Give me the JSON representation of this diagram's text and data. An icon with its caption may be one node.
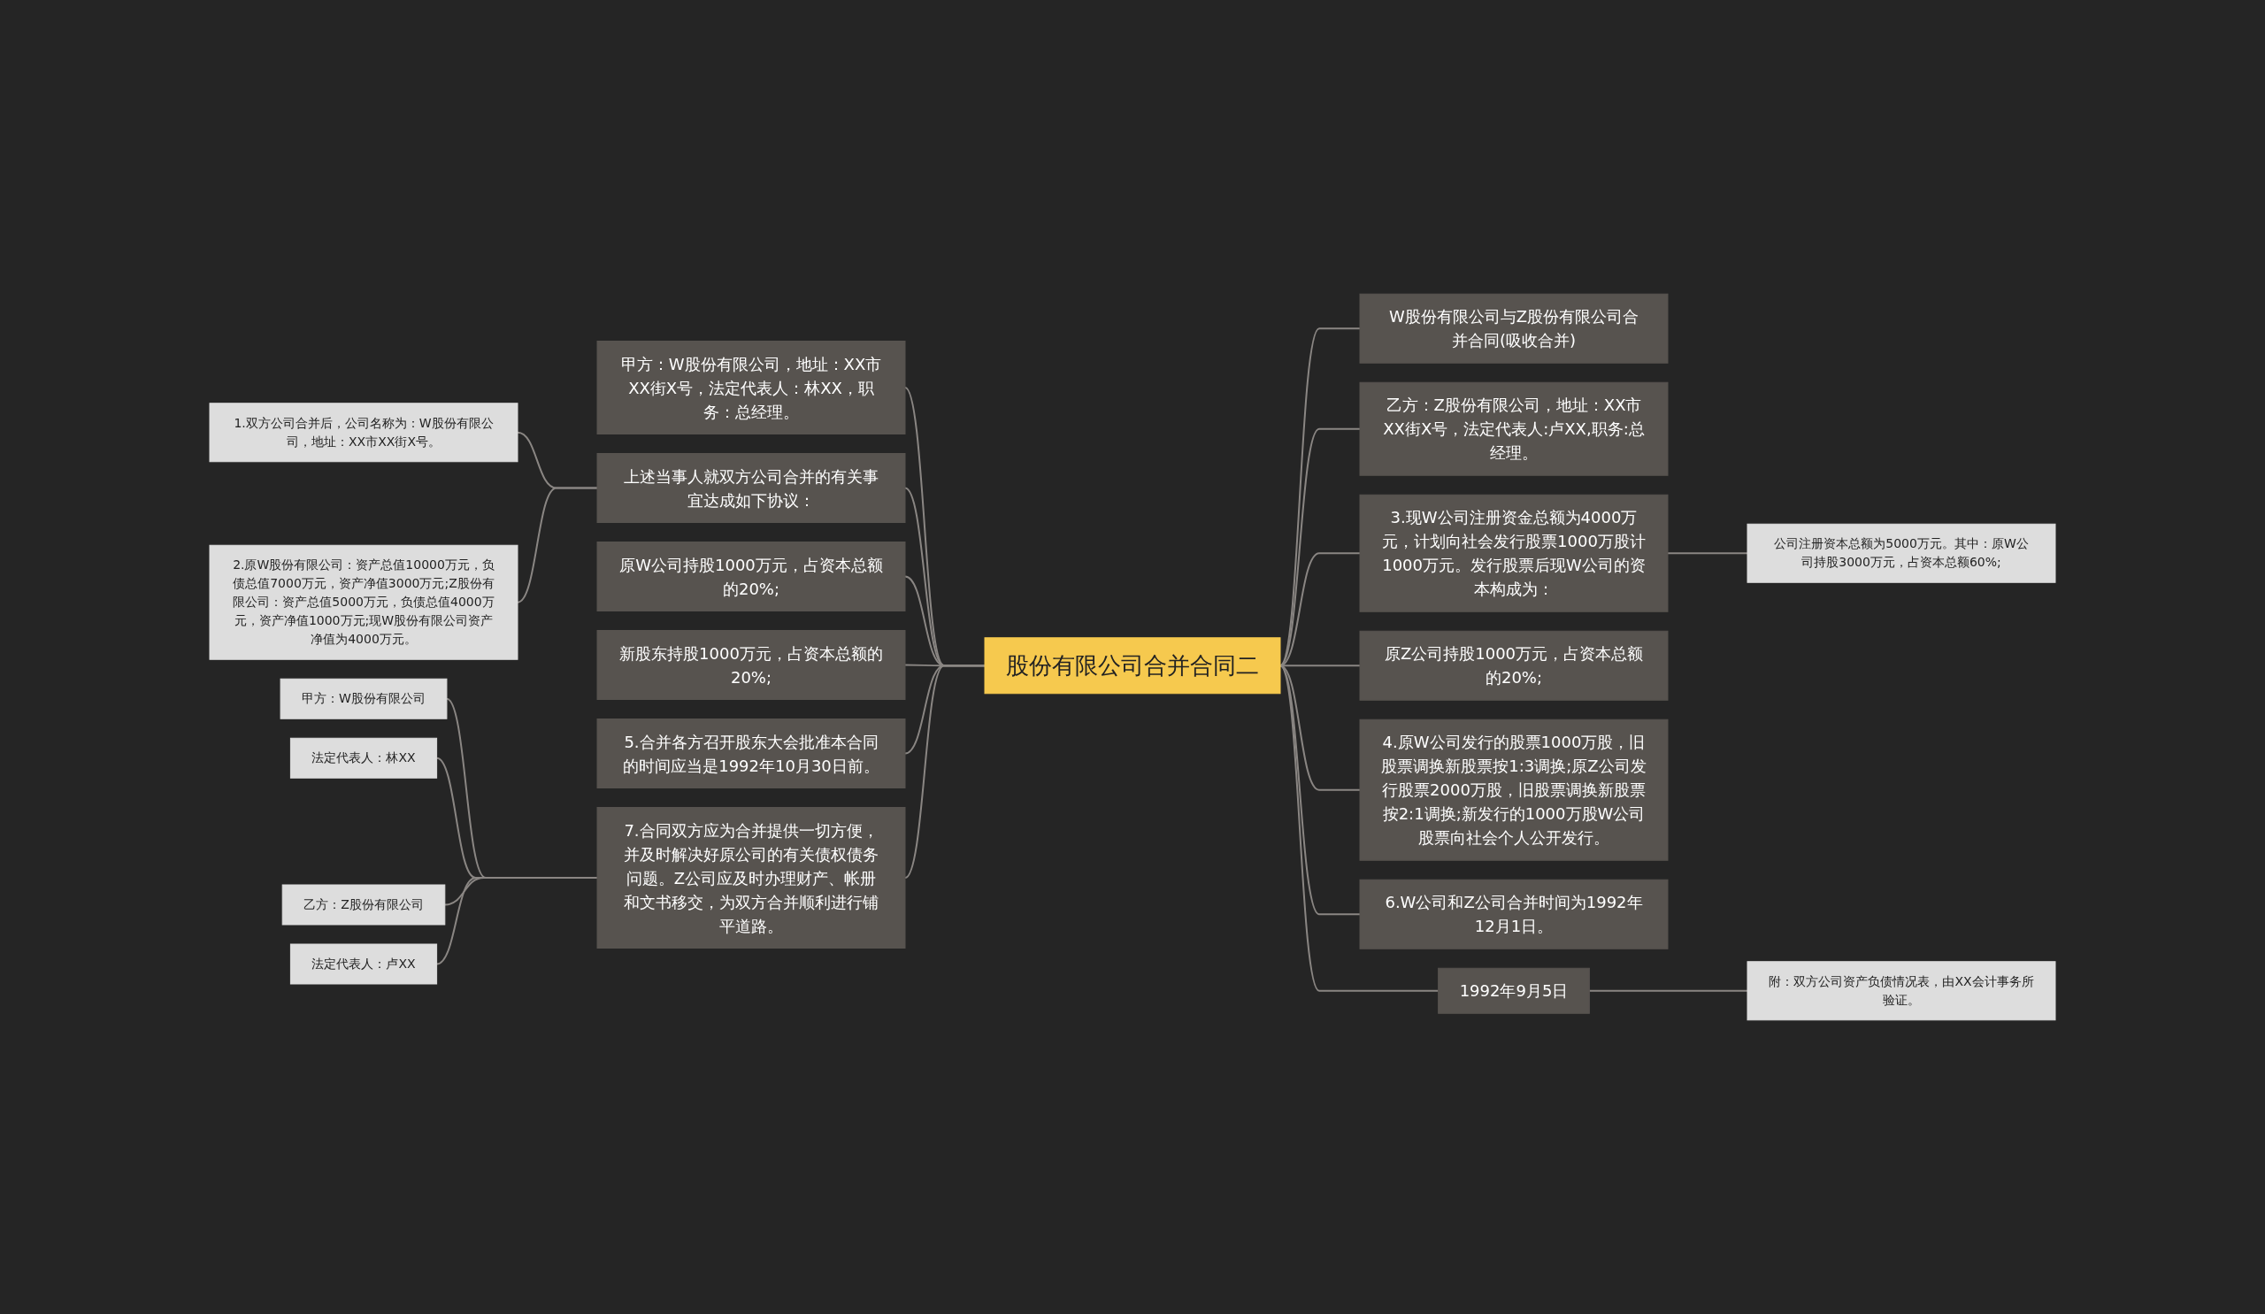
{
  "diagram": {
    "nodes": [
      {
        "text": [
          "股份有限公司合并合同二"
        ]
      },
      {
        "text": [
          "甲方：W股份有限公司，地址：XX市XX街X号，法定代表人：林XX，职务：总经理。"
        ]
      },
      {
        "text": [
          "上述当事人就双方公司合并的有关事宜达成如下协议："
        ]
      },
      {
        "text": [
          "1.双方公司合并后，公司名称为：W股份有限公司，地址：XX市XX街X号。"
        ]
      },
      {
        "text": [
          "2.原W股份有限公司：资产总值10000万元，负债总值7000万元，资产净值3000万元;Z股份有限公司：资产总值5000万元，负债总值4000万元，资产净值1000万元;现W股份有限公司资产净值为4000万元。"
        ]
      },
      {
        "text": [
          "原W公司持股1000万元，占资本总额的20%;"
        ]
      },
      {
        "text": [
          "新股东持股1000万元，占资本总额的20%;"
        ]
      },
      {
        "text": [
          "5.合并各方召开股东大会批准本合同的时间应当是1992年10月30日前。"
        ]
      },
      {
        "text": [
          "7.合同双方应为合并提供一切方便，并及时解决好原公司的有关债权债务问题。Z公司应及时办理财产、帐册和文书移交，为双方合并顺利进行铺平道路。"
        ]
      },
      {
        "text": [
          "甲方：W股份有限公司"
        ]
      },
      {
        "text": [
          "法定代表人：林XX"
        ]
      },
      {
        "text": [
          "乙方：Z股份有限公司"
        ]
      },
      {
        "text": [
          "法定代表人：卢XX"
        ]
      },
      {
        "text": [
          "W股份有限公司与Z股份有限公司合并合同(吸收合并)"
        ]
      },
      {
        "text": [
          "乙方：Z股份有限公司，地址：XX市XX街X号，法定代表人:卢XX,职务:总经理。"
        ]
      },
      {
        "text": [
          "3.现W公司注册资金总额为4000万元，计划向社会发行股票1000万股计1000万元。发行股票后现W公司的资本构成为："
        ]
      },
      {
        "text": [
          "公司注册资本总额为5000万元。其中：原W公司持股3000万元，占资本总额60%;"
        ]
      },
      {
        "text": [
          "原Z公司持股1000万元，占资本总额的20%;"
        ]
      },
      {
        "text": [
          "4.原W公司发行的股票1000万股，旧股票调换新股票按1:3调换;原Z公司发行股票2000万股，旧股票调换新股票按2:1调换;新发行的1000万股W公司股票向社会个人公开发行。"
        ]
      },
      {
        "text": [
          "6.W公司和Z公司合并时间为1992年12月1日。"
        ]
      },
      {
        "text": [
          "1992年9月5日"
        ]
      },
      {
        "text": [
          "附：双方公司资产负债情况表，由XX会计事务所验证。"
        ]
      }
    ],
    "edges": [
      {
        "from": 0,
        "to": 1,
        "arrow": "none"
      },
      {
        "from": 0,
        "to": 2,
        "arrow": "none"
      },
      {
        "from": 2,
        "to": 3,
        "arrow": "none"
      },
      {
        "from": 2,
        "to": 4,
        "arrow": "none"
      },
      {
        "from": 0,
        "to": 5,
        "arrow": "none"
      },
      {
        "from": 0,
        "to": 6,
        "arrow": "none"
      },
      {
        "from": 0,
        "to": 7,
        "arrow": "none"
      },
      {
        "from": 0,
        "to": 8,
        "arrow": "none"
      },
      {
        "from": 8,
        "to": 9,
        "arrow": "none"
      },
      {
        "from": 8,
        "to": 10,
        "arrow": "none"
      },
      {
        "from": 8,
        "to": 11,
        "arrow": "none"
      },
      {
        "from": 8,
        "to": 12,
        "arrow": "none"
      },
      {
        "from": 0,
        "to": 13,
        "arrow": "none"
      },
      {
        "from": 0,
        "to": 14,
        "arrow": "none"
      },
      {
        "from": 0,
        "to": 15,
        "arrow": "none"
      },
      {
        "from": 15,
        "to": 16,
        "arrow": "none"
      },
      {
        "from": 0,
        "to": 17,
        "arrow": "none"
      },
      {
        "from": 0,
        "to": 18,
        "arrow": "none"
      },
      {
        "from": 0,
        "to": 19,
        "arrow": "none"
      },
      {
        "from": 0,
        "to": 20,
        "arrow": "none"
      },
      {
        "from": 20,
        "to": 21,
        "arrow": "none"
      }
    ]
  }
}
